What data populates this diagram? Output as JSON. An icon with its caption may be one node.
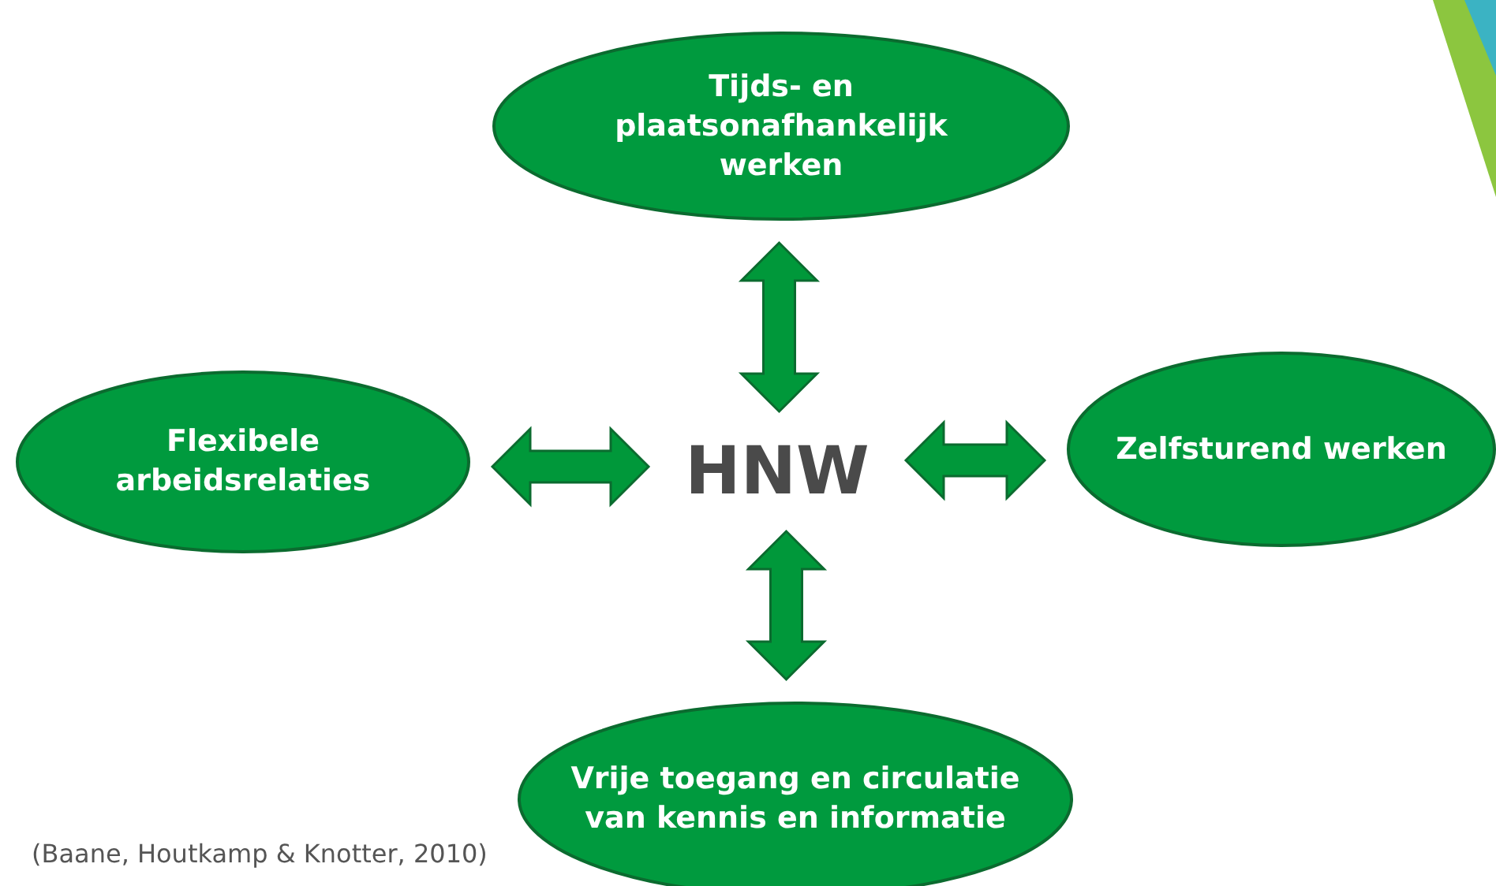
{
  "diagram": {
    "caption": "(Baane, Houtkamp & Knotter, 2010)",
    "nodes": [
      {
        "text": [
          "Tijds- en plaatsonafhankelijk werken"
        ]
      },
      {
        "text": [
          "Flexibele arbeidsrelaties"
        ]
      },
      {
        "text": [
          "HNW"
        ]
      },
      {
        "text": [
          "Zelfsturend werken"
        ]
      },
      {
        "text": [
          "Vrije toegang en circulatie van kennis en informatie"
        ]
      }
    ],
    "edges": [
      {
        "from": 0,
        "to": 2,
        "arrow": "both"
      },
      {
        "from": 1,
        "to": 2,
        "arrow": "both"
      },
      {
        "from": 2,
        "to": 3,
        "arrow": "both"
      },
      {
        "from": 2,
        "to": 4,
        "arrow": "both"
      }
    ]
  }
}
